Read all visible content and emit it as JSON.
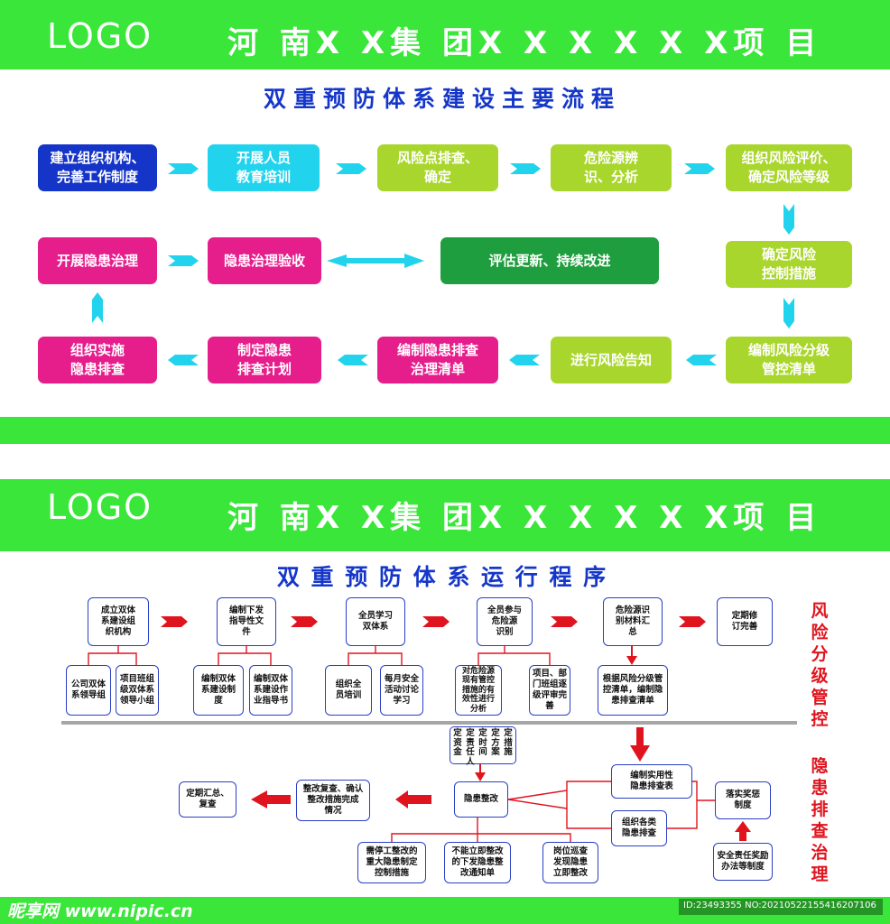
{
  "panel1": {
    "logo": "LOGO",
    "header_title": "河 南X X集 团X X X X X X项 目",
    "flow_title": "双重预防体系建设主要流程",
    "steps": [
      "建立组织机构、\n完善工作制度",
      "开展人员\n教育培训",
      "风险点排查、\n确定",
      "危险源辨\n识、分析",
      "组织风险评价、\n确定风险等级",
      "确定风险\n控制措施",
      "编制风险分级\n管控清单",
      "进行风险告知",
      "编制隐患排查\n治理清单",
      "制定隐患\n排查计划",
      "组织实施\n隐患排查",
      "开展隐患治理",
      "隐患治理验收",
      "评估更新、持续改进"
    ]
  },
  "panel2": {
    "logo": "LOGO",
    "header_title": "河 南X X集 团X X X X X X项 目",
    "flow_title": "双 重 预 防 体 系 运 行 程 序",
    "side_label_risk": "风\n险\n分\n级\n管\n控",
    "side_label_hazard": "隐\n患\n排\n查\n治\n理",
    "risk_top": [
      "成立双体\n系建设组\n织机构",
      "编制下发\n指导性文\n件",
      "全员学习\n双体系",
      "全员参与\n危险源\n识别",
      "危险源识\n别材料汇\n总",
      "定期修\n订完善"
    ],
    "risk_sub": [
      "公司双体\n系领导组",
      "项目班组\n级双体系\n领导小组",
      "编制双体\n系建设制\n度",
      "编制双体\n系建设作\n业指导书",
      "组织全\n员培训",
      "每月安全\n活动讨论\n学习",
      "对危险源\n现有管控\n措施的有\n效性进行\n分析",
      "项目、部\n门班组逐\n级评审完\n善",
      "根据风险分级管\n控清单，编制隐\n患排查清单"
    ],
    "five_set": [
      "定\n资\n金",
      "定\n责\n任\n人",
      "定\n时\n间",
      "定\n方\n案",
      "定\n措\n施"
    ],
    "hazard": {
      "summary": "定期汇总、\n复查",
      "recheck": "整改复查、确认\n整改措施完成\n情况",
      "rectify": "隐患整改",
      "compile_list": "编制实用性\n隐患排查表",
      "organize_check": "组织各类\n隐患排查",
      "reward": "落实奖惩\n制度",
      "reward_method": "安全责任奖励\n办法等制度",
      "stop_work": "需停工整改的\n重大隐患制定\n控制措施",
      "notice": "不能立即整改\n的下发隐患整\n改通知单",
      "patrol": "岗位巡查\n发现隐患\n立即整改"
    }
  },
  "footer": {
    "watermark": "昵享网 www.nipic.cn",
    "image_id": "ID:23493355 NO:20210522155416207106"
  }
}
